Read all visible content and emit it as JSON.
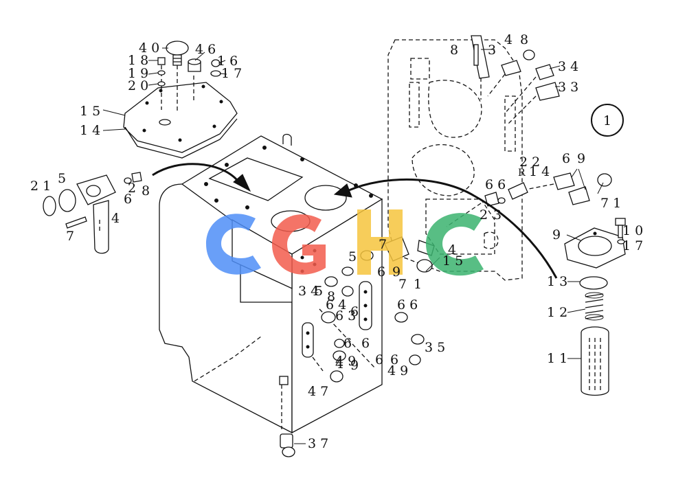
{
  "diagram": {
    "view_marker": "1",
    "watermark": {
      "text": "CGHC",
      "colors": [
        "#4f8ef7",
        "#f25c4c",
        "#f6c53e",
        "#3bb36f"
      ]
    },
    "labels": [
      {
        "id": "l-40",
        "text": "4 0"
      },
      {
        "id": "l-46",
        "text": "4 6"
      },
      {
        "id": "l-18",
        "text": "1 8"
      },
      {
        "id": "l-16",
        "text": "1 6"
      },
      {
        "id": "l-19",
        "text": "1 9"
      },
      {
        "id": "l-17a",
        "text": "1 7"
      },
      {
        "id": "l-20",
        "text": "2 0"
      },
      {
        "id": "l-15",
        "text": "1 5"
      },
      {
        "id": "l-14",
        "text": "1 4"
      },
      {
        "id": "l-21",
        "text": "2 1"
      },
      {
        "id": "l-5",
        "text": "5"
      },
      {
        "id": "l-4a",
        "text": "4"
      },
      {
        "id": "l-7a",
        "text": "7"
      },
      {
        "id": "l-6a",
        "text": "6"
      },
      {
        "id": "l-2a",
        "text": "2"
      },
      {
        "id": "l-8a",
        "text": "8"
      },
      {
        "id": "l-8b",
        "text": "8"
      },
      {
        "id": "l-3a",
        "text": "3"
      },
      {
        "id": "l-4b",
        "text": "4"
      },
      {
        "id": "l-8c",
        "text": "8"
      },
      {
        "id": "l-34",
        "text": "3 4"
      },
      {
        "id": "l-33",
        "text": "3 3"
      },
      {
        "id": "l-22",
        "text": "2 2"
      },
      {
        "id": "l-R",
        "text": "R"
      },
      {
        "id": "l-14b",
        "text": "1 4"
      },
      {
        "id": "l-6b",
        "text": "6"
      },
      {
        "id": "l-9a",
        "text": "9"
      },
      {
        "id": "l-66",
        "text": "6 6"
      },
      {
        "id": "l-2b",
        "text": "2"
      },
      {
        "id": "l-3b",
        "text": "3"
      },
      {
        "id": "l-71",
        "text": "7 1"
      },
      {
        "id": "l-10",
        "text": "1 0"
      },
      {
        "id": "l-9b",
        "text": "9"
      },
      {
        "id": "l-17b",
        "text": "1 7"
      },
      {
        "id": "l-13",
        "text": "1 3"
      },
      {
        "id": "l-12",
        "text": "1 2"
      },
      {
        "id": "l-11",
        "text": "1 1"
      },
      {
        "id": "l-4c",
        "text": "4"
      },
      {
        "id": "l-15b",
        "text": "1 5"
      },
      {
        "id": "l-7b",
        "text": "7"
      },
      {
        "id": "l-5b",
        "text": "5"
      },
      {
        "id": "l-6c",
        "text": "6"
      },
      {
        "id": "l-9c",
        "text": "9"
      },
      {
        "id": "l-7c",
        "text": "7"
      },
      {
        "id": "l-1a",
        "text": "1"
      },
      {
        "id": "l-34b",
        "text": "3 4"
      },
      {
        "id": "l-5c",
        "text": "5"
      },
      {
        "id": "l-8d",
        "text": "8"
      },
      {
        "id": "l-64",
        "text": "6 4"
      },
      {
        "id": "l-63",
        "text": "6 3"
      },
      {
        "id": "l-6d",
        "text": "6"
      },
      {
        "id": "l-66b",
        "text": "6 6"
      },
      {
        "id": "l-6e",
        "text": "6"
      },
      {
        "id": "l-35",
        "text": "3 5"
      },
      {
        "id": "l-6f",
        "text": "6"
      },
      {
        "id": "l-6g",
        "text": "6"
      },
      {
        "id": "l-49",
        "text": "4 9"
      },
      {
        "id": "l-49b",
        "text": "4 9"
      },
      {
        "id": "l-6h",
        "text": "6"
      },
      {
        "id": "l-9d",
        "text": "9"
      },
      {
        "id": "l-4d",
        "text": "4"
      },
      {
        "id": "l-47",
        "text": "4 7"
      },
      {
        "id": "l-37",
        "text": "3 7"
      }
    ]
  }
}
